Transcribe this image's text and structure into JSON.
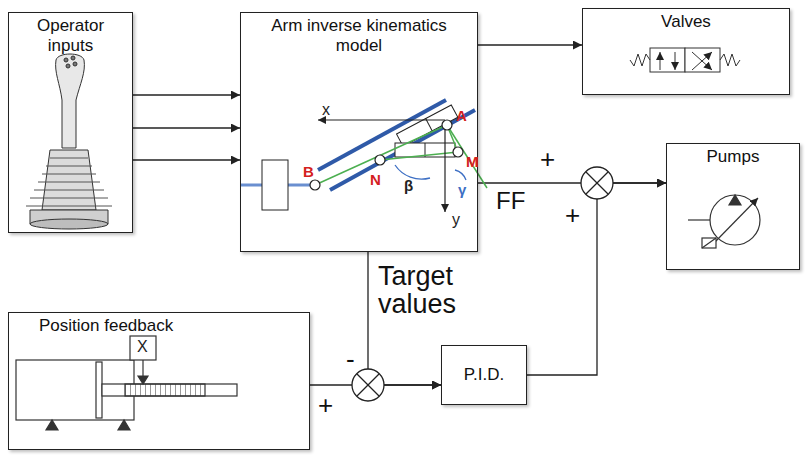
{
  "diagram": {
    "nodes": [
      {
        "text": [
          "Operator inputs"
        ]
      },
      {
        "text": [
          "Arm inverse kinematics model"
        ]
      },
      {
        "text": [
          "Valves"
        ]
      },
      {
        "text": [
          "Pumps"
        ]
      },
      {
        "text": [
          "Position feedback"
        ]
      },
      {
        "text": [
          "P.I.D."
        ]
      }
    ],
    "edges": [
      {
        "from": 0,
        "to": 1,
        "arrow": "to"
      },
      {
        "from": 0,
        "to": 1,
        "arrow": "to"
      },
      {
        "from": 0,
        "to": 1,
        "arrow": "to"
      },
      {
        "from": 1,
        "to": 2,
        "arrow": "to"
      },
      {
        "from": 1,
        "to": 3,
        "label": "FF",
        "arrow": "to"
      },
      {
        "from": 5,
        "to": 3,
        "arrow": "to"
      },
      {
        "from": 1,
        "to": 5,
        "label": "Target values",
        "arrow": "to"
      },
      {
        "from": 4,
        "to": 5,
        "arrow": "to"
      }
    ],
    "labels": [
      "x",
      "y",
      "A",
      "B",
      "M",
      "N",
      "β",
      "γ",
      "+",
      "+",
      "-",
      "+",
      "X"
    ]
  }
}
